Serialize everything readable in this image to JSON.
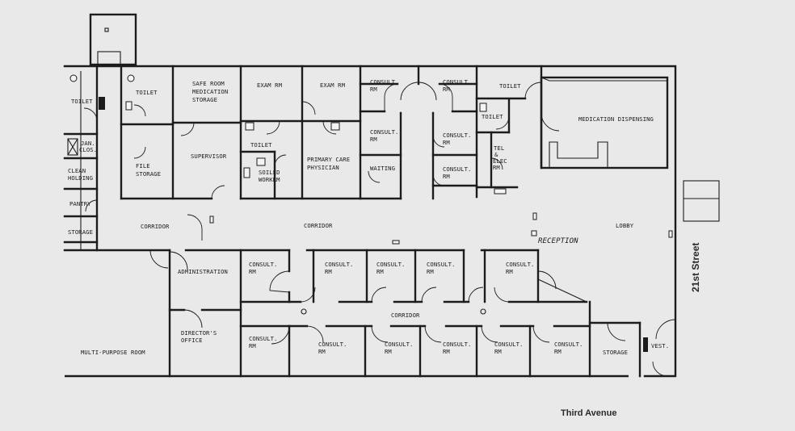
{
  "streets": {
    "east": "21st Street",
    "south": "Third Avenue"
  },
  "rooms": {
    "toilet_west": "TOILET",
    "toilet_2": "TOILET",
    "safe_room": [
      "SAFE ROOM",
      "MEDICATION",
      "STORAGE"
    ],
    "exam_1": "EXAM RM",
    "exam_2": "EXAM RM",
    "consult": [
      "CONSULT.",
      "RM"
    ],
    "toilet_ne": "TOILET",
    "toilet_ne2": "TOILET",
    "medication_dispensing": "MEDICATION DISPENSING",
    "jan_clos": [
      "JAN.",
      "CLOS."
    ],
    "clean_holding": [
      "CLEAN",
      "HOLDING"
    ],
    "file_storage": [
      "FILE",
      "STORAGE"
    ],
    "supervisor": "SUPERVISOR",
    "toilet_mid": "TOILET",
    "soiled_work": [
      "SOILED",
      "WORKRM"
    ],
    "primary_care": [
      "PRIMARY CARE",
      "PHYSICIAN"
    ],
    "waiting": "WAITING",
    "tel_elec": [
      "TEL",
      "&",
      "ELEC",
      "RM"
    ],
    "pantry": "PANTRY",
    "storage_west": "STORAGE",
    "corridor": "CORRIDOR",
    "lobby": "LOBBY",
    "reception": "RECEPTION",
    "administration": "ADMINISTRATION",
    "multi_purpose": "MULTI-PURPOSE ROOM",
    "directors_office": [
      "DIRECTOR'S",
      "OFFICE"
    ],
    "storage_east": "STORAGE",
    "vest": "VEST."
  }
}
